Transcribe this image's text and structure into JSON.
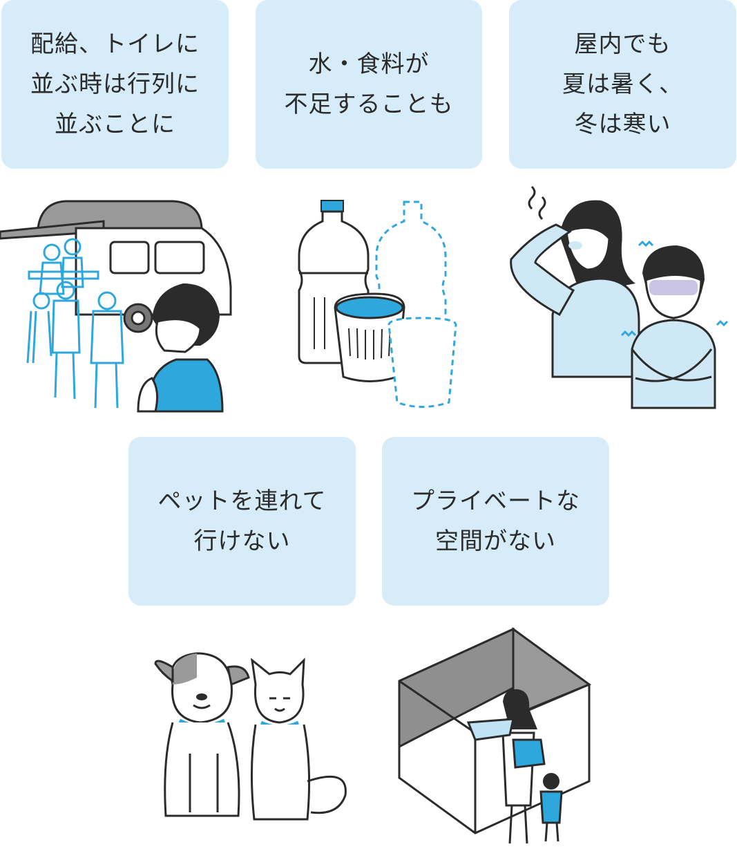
{
  "bubbles": [
    {
      "text": "配給、トイレに\n並ぶ時は行列に\n並ぶことに"
    },
    {
      "text": "水・食料が\n不足することも"
    },
    {
      "text": "屋内でも\n夏は暑く、\n冬は寒い"
    },
    {
      "text": "ペットを連れて\n行けない"
    },
    {
      "text": "プライベートな\n空間がない"
    }
  ],
  "colors": {
    "bubble": "#d6ecf8",
    "accent_blue": "#2ea7dd",
    "line": "#2b2b2b",
    "gray": "#9a9a9a"
  },
  "icons": [
    "truck-queue-icon",
    "water-food-icon",
    "hot-cold-people-icon",
    "dog-cat-icon",
    "partition-booth-icon"
  ]
}
